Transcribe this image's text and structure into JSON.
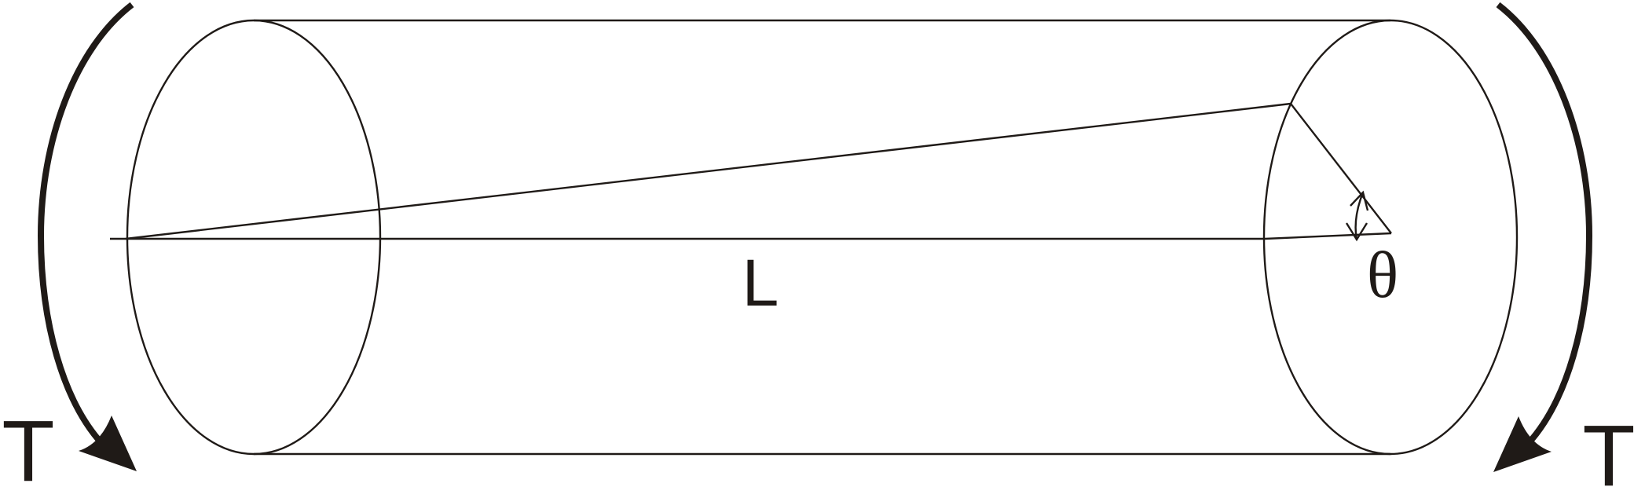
{
  "diagram": {
    "labels": {
      "torque_left": "T",
      "torque_right": "T",
      "length": "L",
      "angle": "θ"
    },
    "colors": {
      "ink": "#1f1a17",
      "background": "#ffffff"
    }
  }
}
